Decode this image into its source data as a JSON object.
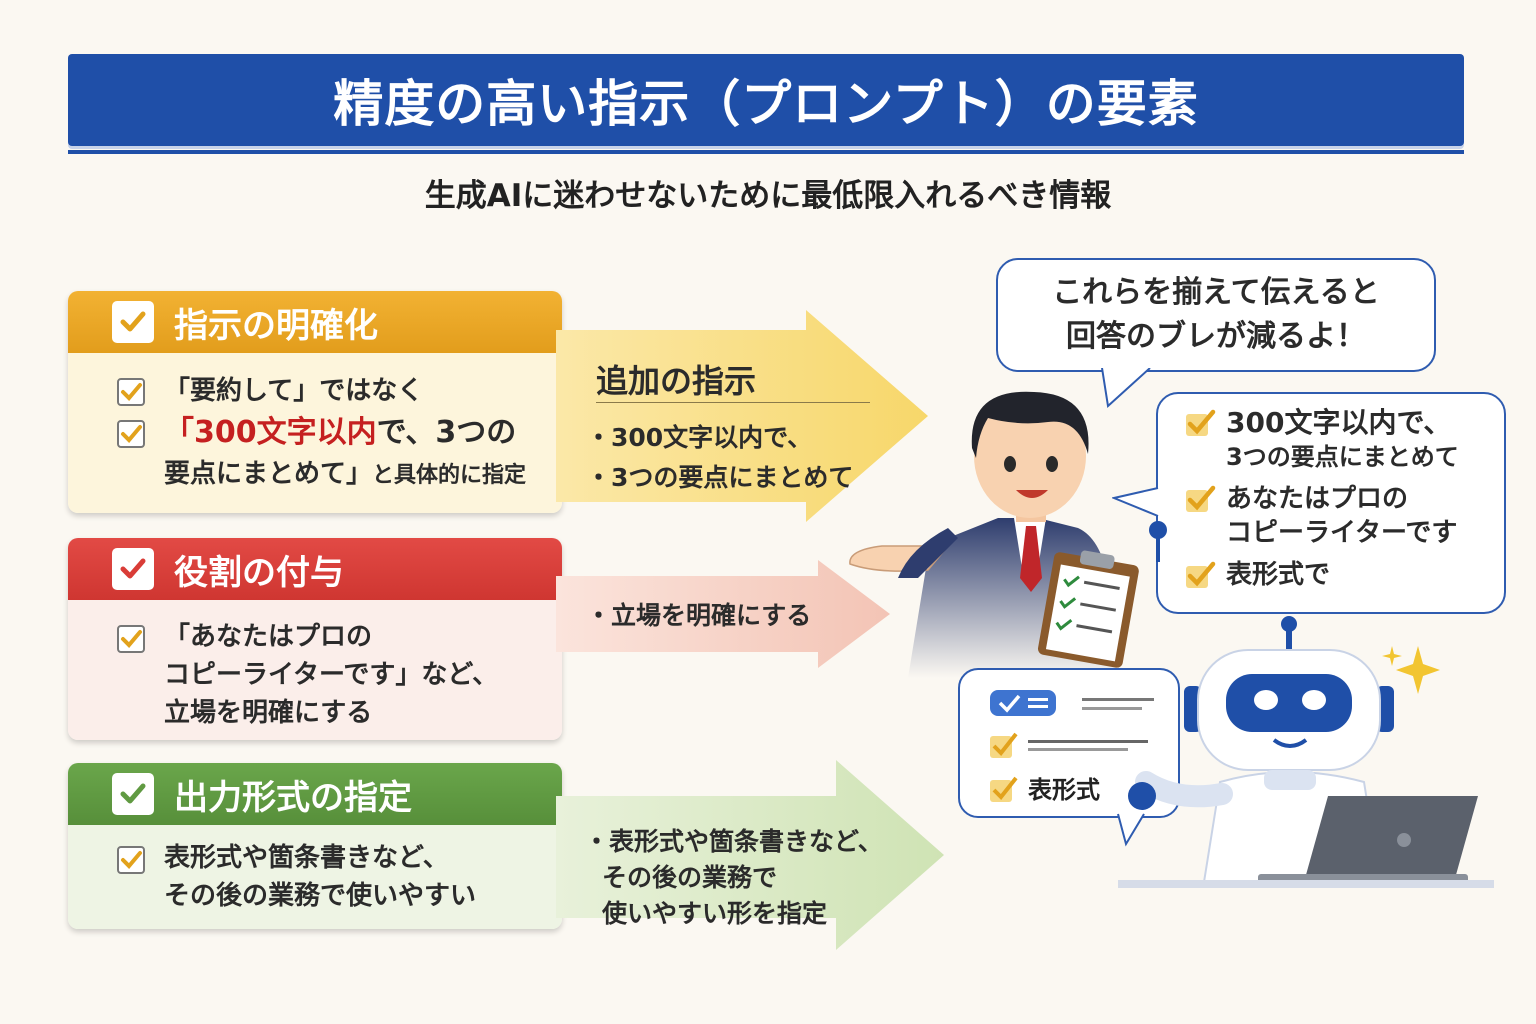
{
  "header": {
    "title": "精度の高い指示（プロンプト）の要素",
    "subtitle": "生成AIに迷わせないために最低限入れるべき情報"
  },
  "cards": [
    {
      "title": "指示の明確化",
      "items": [
        {
          "line1": "「要約して」ではなく"
        },
        {
          "line1_red": "「300文字以内",
          "line1_rest": "で、3つの",
          "line2_main": "要点にまとめて」",
          "line2_small": "と具体的に指定"
        }
      ]
    },
    {
      "title": "役割の付与",
      "items": [
        {
          "line1": "「あなたはプロの",
          "line2": "コピーライターです」など、",
          "line3": "立場を明確にする"
        }
      ]
    },
    {
      "title": "出力形式の指定",
      "items": [
        {
          "line1": "表形式や箇条書きなど、",
          "line2": "その後の業務で使いやすい"
        }
      ]
    }
  ],
  "arrows": [
    {
      "heading": "追加の指示",
      "lines": [
        "・300文字以内で、",
        "・3つの要点にまとめて"
      ]
    },
    {
      "lines": [
        "・立場を明確にする"
      ]
    },
    {
      "lines": [
        "・表形式や箇条書きなど、",
        "その後の業務で",
        "使いやすい形を指定"
      ]
    }
  ],
  "speech_top": {
    "line1": "これらを揃えて伝えると",
    "line2": "回答のブレが減るよ！"
  },
  "speech_right": [
    {
      "line1": "300文字以内で、",
      "line2": "3つの要点にまとめて"
    },
    {
      "line1": "あなたはプロの",
      "line2": "コピーライターです"
    },
    {
      "line1": "表形式で"
    }
  ],
  "speech_robot": {
    "label": "表形式"
  },
  "colors": {
    "blue": "#1f4fa8",
    "orange": "#e9a626",
    "red": "#d93c37",
    "green": "#609a42",
    "check_gold": "#e2a21c"
  }
}
